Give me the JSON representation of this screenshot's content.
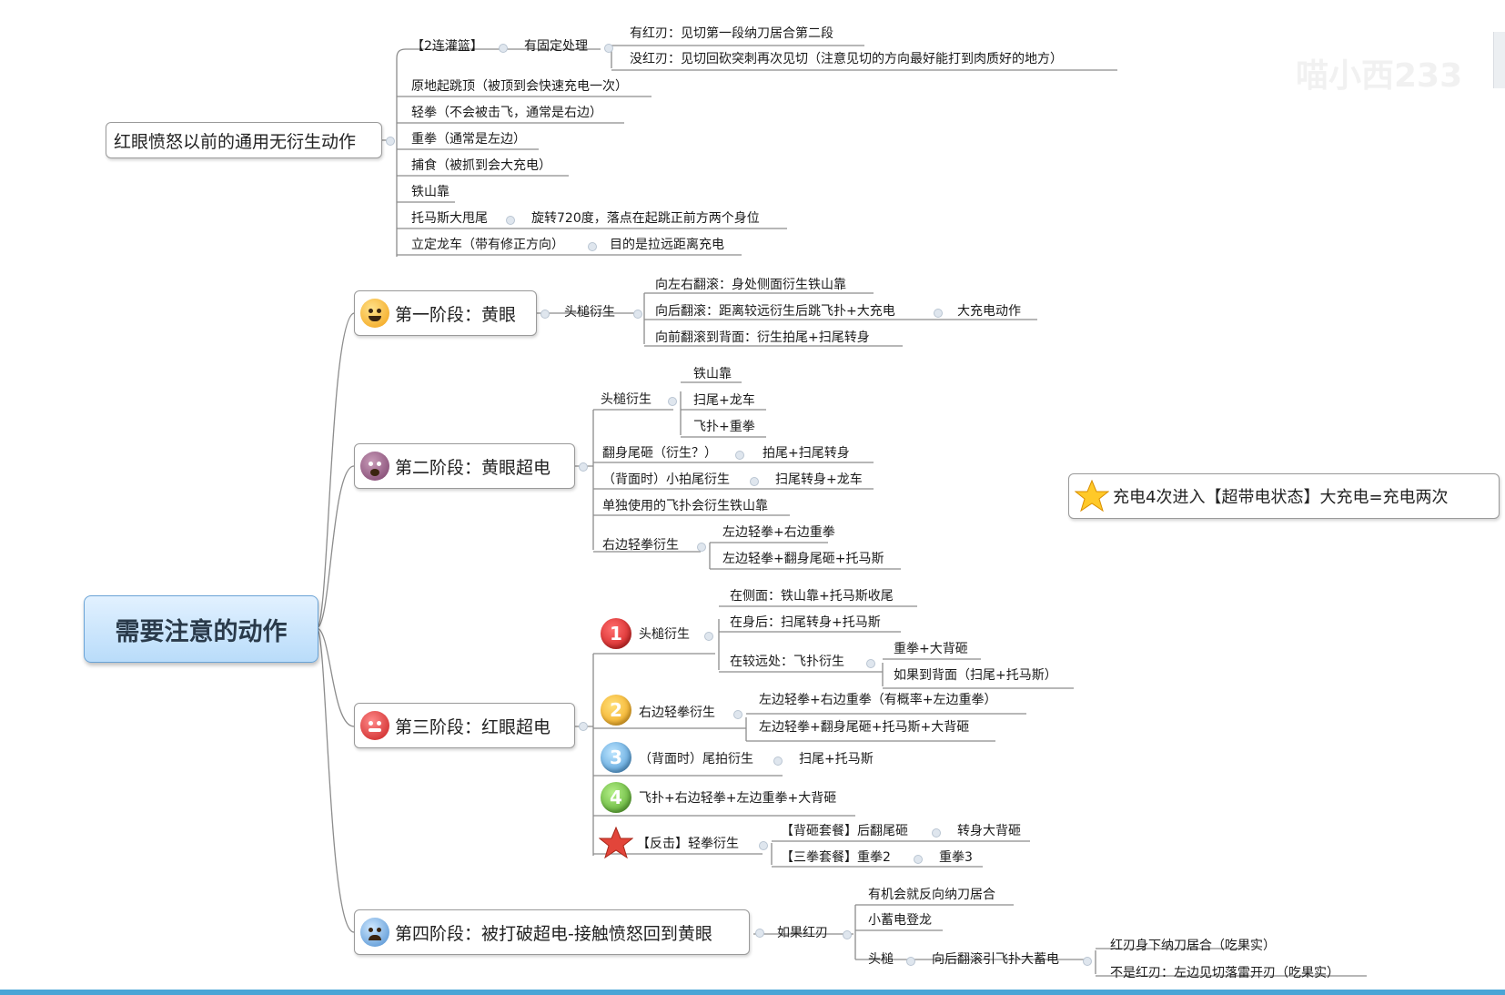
{
  "watermark": "喵小西233",
  "root": {
    "label": "需要注意的动作"
  },
  "common": {
    "title": "红眼愤怒以前的通用无衍生动作",
    "combo2": "【2连灌篮】",
    "fixed": "有固定处理",
    "has_red": "有红刃：见切第一段纳刀居合第二段",
    "no_red": "没红刃：见切回砍突刺再次见切（注意见切的方向最好能打到肉质好的地方）",
    "jump": "原地起跳顶（被顶到会快速充电一次）",
    "light": "轻拳（不会被击飞，通常是右边）",
    "heavy": "重拳（通常是左边）",
    "grab": "捕食（被抓到会大充电）",
    "iron": "铁山靠",
    "tomahawk": "托马斯大甩尾",
    "tomahawk_note": "旋转720度，落点在起跳正前方两个身位",
    "dragon": "立定龙车（带有修正方向）",
    "dragon_note": "目的是拉远距离充电"
  },
  "stage1": {
    "title": "第一阶段：黄眼",
    "head": "头槌衍生",
    "roll_lr": "向左右翻滚：身处侧面衍生铁山靠",
    "roll_back": "向后翻滚：距离较远衍生后跳飞扑+大充电",
    "big_charge": "大充电动作",
    "roll_front": "向前翻滚到背面：衍生拍尾+扫尾转身"
  },
  "stage2": {
    "title": "第二阶段：黄眼超电",
    "head": "头槌衍生",
    "h1": "铁山靠",
    "h2": "扫尾+龙车",
    "h3": "飞扑+重拳",
    "flip": "翻身尾砸（衍生？）",
    "flip_note": "拍尾+扫尾转身",
    "back_tail": "（背面时）小拍尾衍生",
    "back_tail_note": "扫尾转身+龙车",
    "pounce": "单独使用的飞扑会衍生铁山靠",
    "right_light": "右边轻拳衍生",
    "r1": "左边轻拳+右边重拳",
    "r2": "左边轻拳+翻身尾砸+托马斯"
  },
  "stage3": {
    "title": "第三阶段：红眼超电",
    "n1": "1",
    "n2": "2",
    "n3": "3",
    "n4": "4",
    "head": "头槌衍生",
    "side": "在侧面：铁山靠+托马斯收尾",
    "behind": "在身后：扫尾转身+托马斯",
    "far": "在较远处：飞扑衍生",
    "far1": "重拳+大背砸",
    "far2": "如果到背面（扫尾+托马斯）",
    "right_light": "右边轻拳衍生",
    "rl1": "左边轻拳+右边重拳（有概率+左边重拳）",
    "rl2": "左边轻拳+翻身尾砸+托马斯+大背砸",
    "back_tail": "（背面时）尾拍衍生",
    "back_tail_note": "扫尾+托马斯",
    "pounce": "飞扑+右边轻拳+左边重拳+大背砸",
    "counter": "【反击】轻拳衍生",
    "c1": "【背砸套餐】后翻尾砸",
    "c1b": "转身大背砸",
    "c2": "【三拳套餐】重拳2",
    "c2b": "重拳3"
  },
  "stage4": {
    "title": "第四阶段：被打破超电-接触愤怒回到黄眼",
    "if_red": "如果红刃",
    "a1": "有机会就反向纳刀居合",
    "a2": "小蓄电登龙",
    "head": "头槌",
    "back_roll": "向后翻滚引飞扑大蓄电",
    "b1": "红刃身下纳刀居合（吃果实）",
    "b2": "不是红刃：左边见切落雷开刃（吃果实）"
  },
  "note": {
    "text": "充电4次进入【超带电状态】大充电=充电两次"
  }
}
